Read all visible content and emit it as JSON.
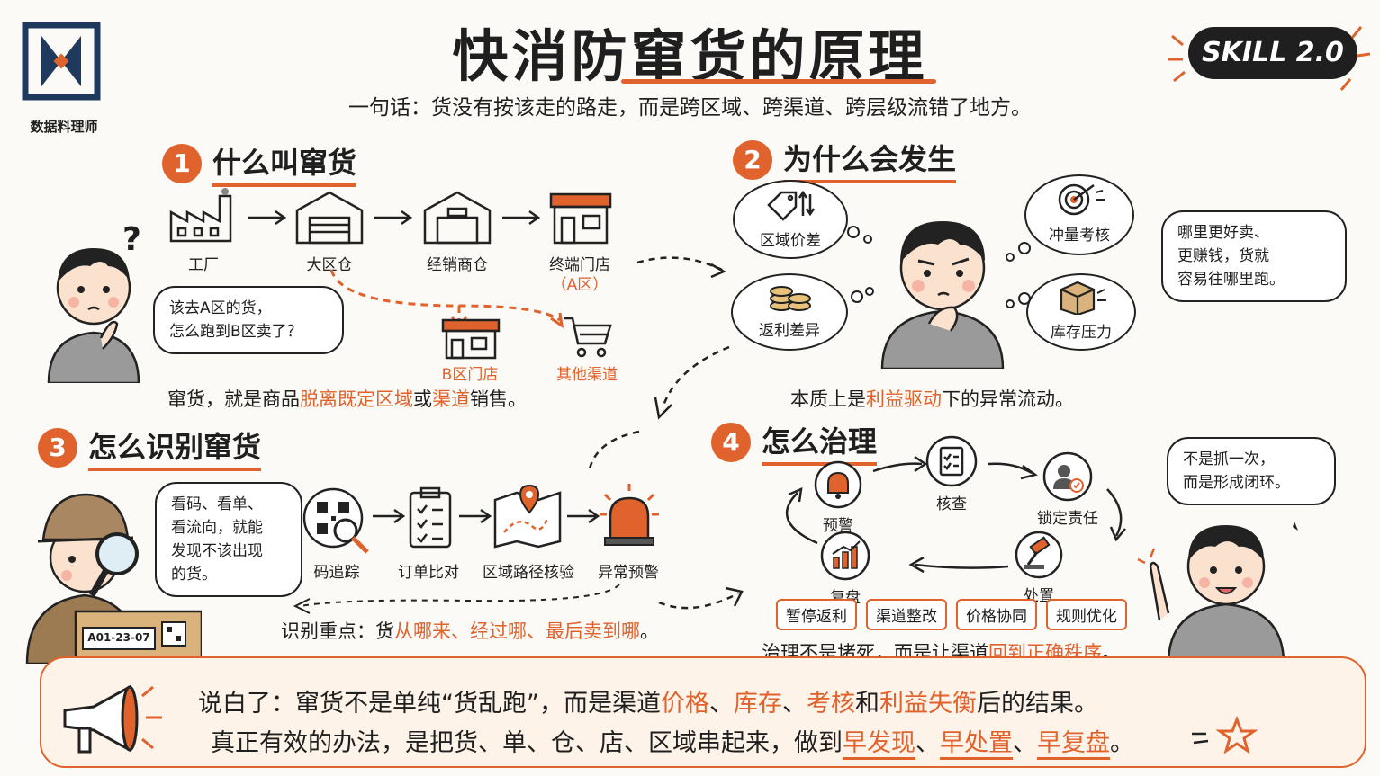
{
  "header": {
    "title": "快消防窜货的原理",
    "subtitle": "一句话：货没有按该走的路走，而是跨区域、跨渠道、跨层级流错了地方。",
    "brand_name": "数据料理师",
    "badge": "SKILL 2.0"
  },
  "section1": {
    "number": "1",
    "title": "什么叫窜货",
    "question_mark": "?",
    "flow": [
      "工厂",
      "大区仓",
      "经销商仓",
      "终端门店"
    ],
    "flow_note": "（A区）",
    "branch_store": "B区门店",
    "branch_channel": "其他渠道",
    "bubble": [
      "该去A区的货，",
      "怎么跑到B区卖了？"
    ],
    "summary": [
      "窜货，就是商品",
      "脱离既定区域",
      "或",
      "渠道",
      "销售。"
    ]
  },
  "section2": {
    "number": "2",
    "title": "为什么会发生",
    "causes": [
      "区域价差",
      "返利差异",
      "冲量考核",
      "库存压力"
    ],
    "bubble": [
      "哪里更好卖、",
      "更赚钱，货就",
      "容易往哪里跑。"
    ],
    "summary": [
      "本质上是",
      "利益驱动",
      "下的异常流动。"
    ]
  },
  "section3": {
    "number": "3",
    "title": "怎么识别窜货",
    "bubble": [
      "看码、看单、",
      "看流向，就能",
      "发现不该出现",
      "的货。"
    ],
    "steps": [
      "码追踪",
      "订单比对",
      "区域路径核验",
      "异常预警"
    ],
    "box_code": "A01-23-07",
    "summary": [
      "识别重点：货",
      "从哪来、经过哪、最后卖到哪",
      "。"
    ]
  },
  "section4": {
    "number": "4",
    "title": "怎么治理",
    "cycle": [
      "预警",
      "核查",
      "锁定责任",
      "处置",
      "复盘"
    ],
    "actions": [
      "暂停返利",
      "渠道整改",
      "价格协同",
      "规则优化"
    ],
    "bubble": [
      "不是抓一次，",
      "而是形成闭环。"
    ],
    "summary": [
      "治理不是堵死，而是让渠道",
      "回到正确秩序",
      "。"
    ]
  },
  "footer": {
    "line1": [
      "说白了：窜货不是单纯“货乱跑”，而是渠道",
      "价格",
      "、",
      "库存",
      "、",
      "考核",
      "和",
      "利益失衡",
      "后的结果。"
    ],
    "line2": [
      "真正有效的办法，是把货、单、仓、店、区域串起来，做到",
      "早发现",
      "、",
      "早处置",
      "、",
      "早复盘",
      "。"
    ]
  },
  "colors": {
    "accent": "#e0622c",
    "ink": "#1f1f1f",
    "paper": "#fbfaf6"
  }
}
